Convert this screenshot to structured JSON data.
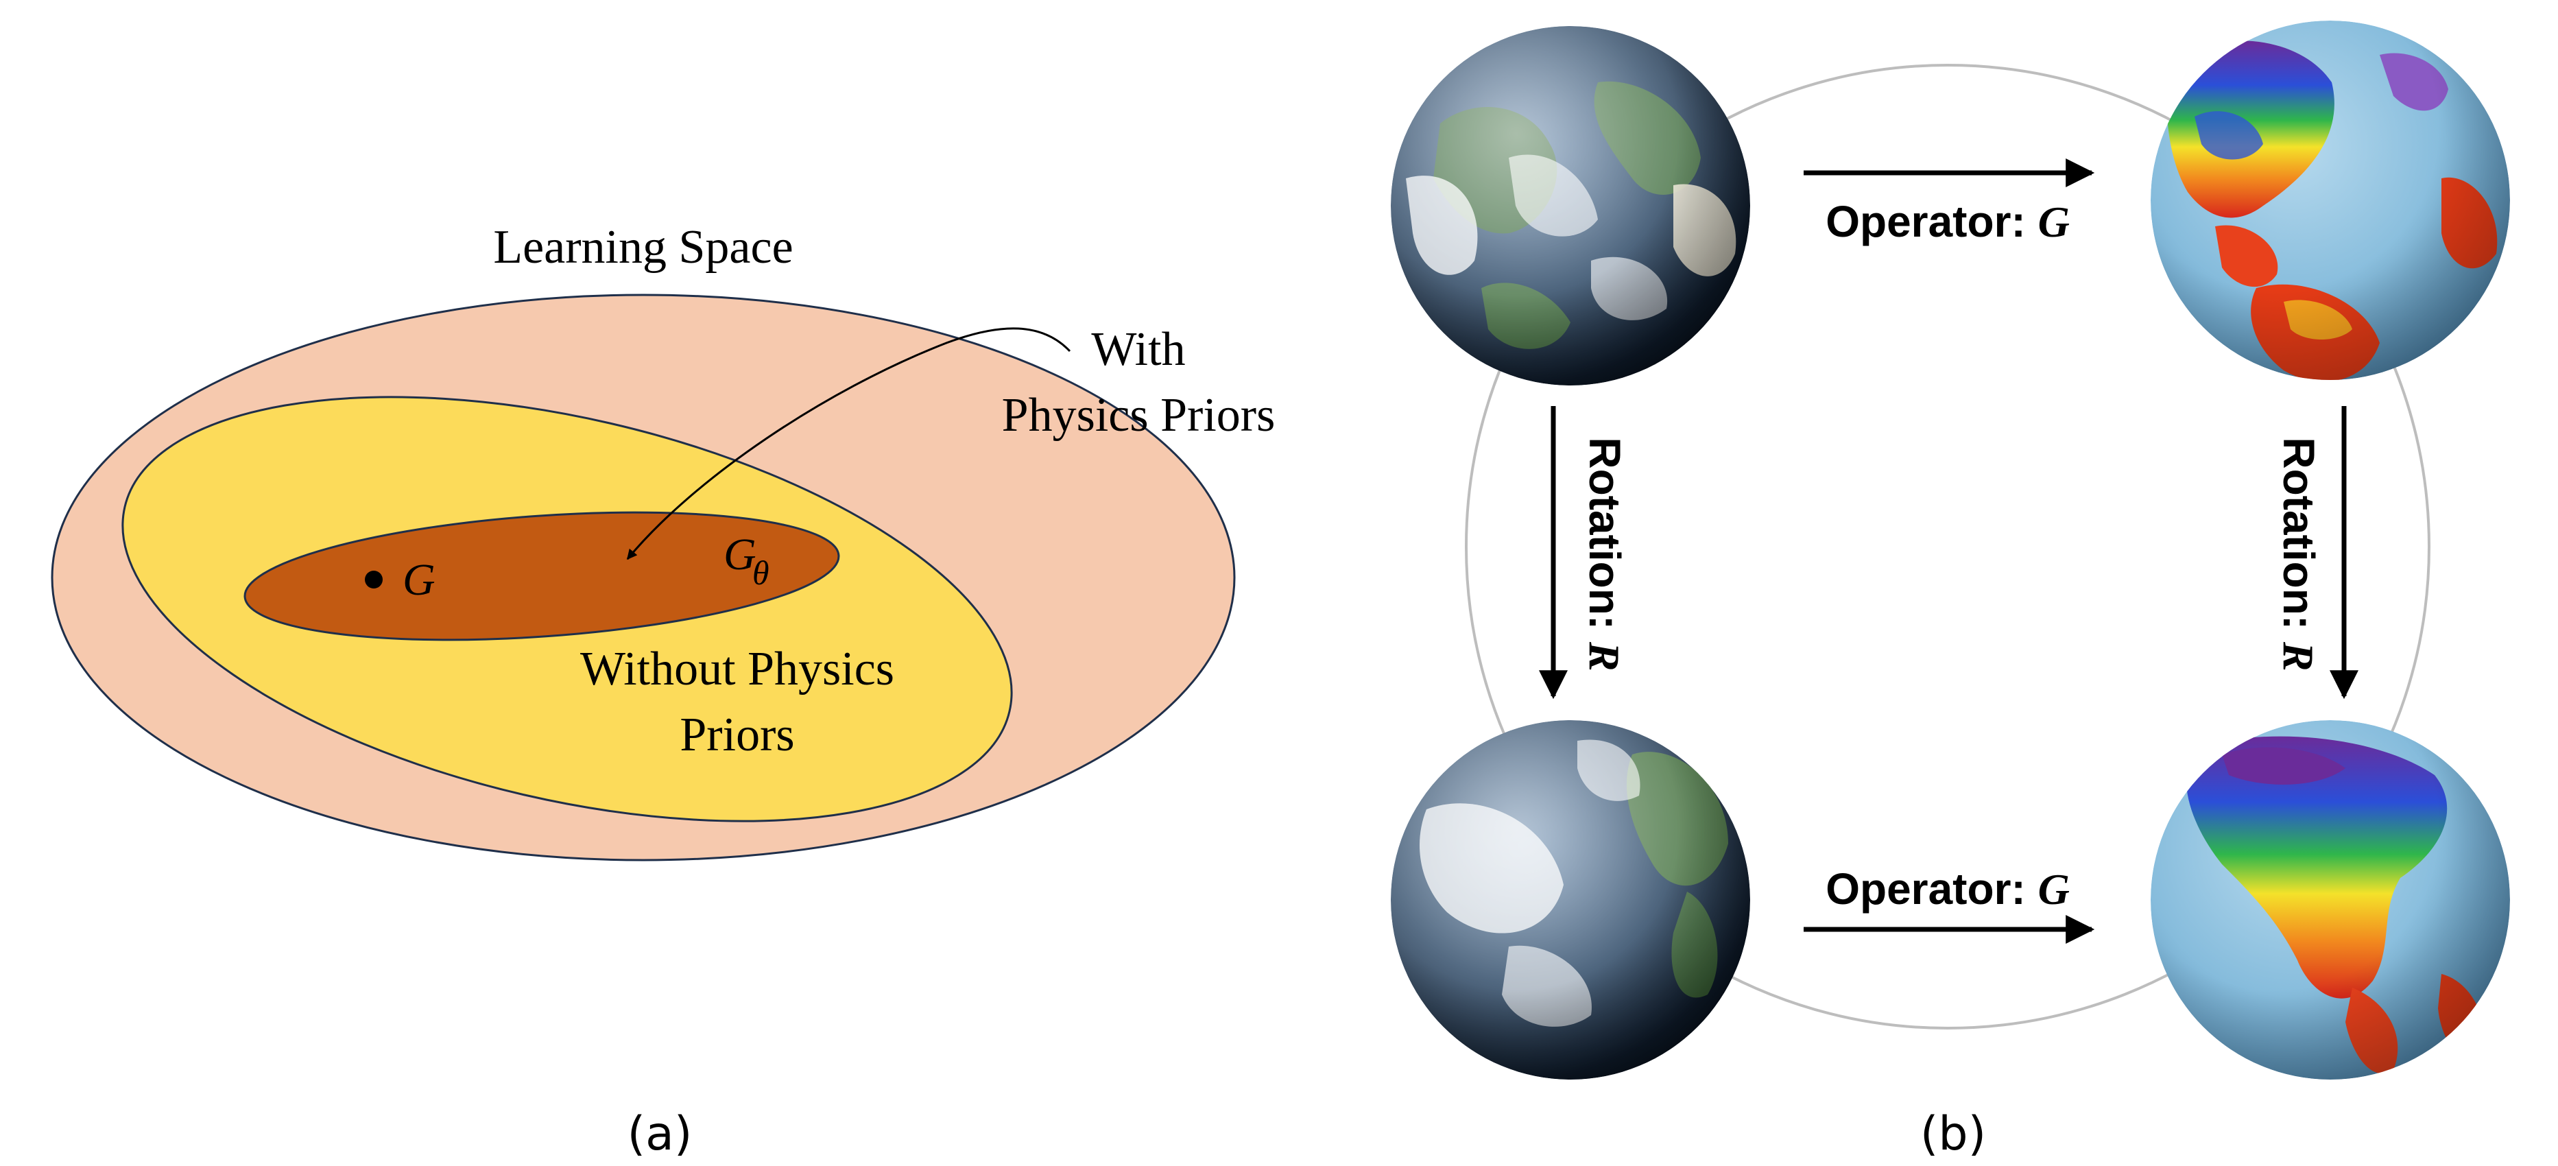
{
  "panel_a": {
    "caption": "(a)",
    "learning_space_label": "Learning Space",
    "with_priors_label_line1": "With",
    "with_priors_label_line2": "Physics Priors",
    "without_priors_label_line1": "Without Physics",
    "without_priors_label_line2": "Priors",
    "target_operator_symbol": "G",
    "learned_operator_symbol": "G",
    "learned_operator_subscript": "θ"
  },
  "panel_b": {
    "caption": "(b)",
    "operator_top_label": "Operator: ",
    "operator_top_symbol": "G",
    "operator_bottom_label": "Operator: ",
    "operator_bottom_symbol": "G",
    "rotation_left_label": "Rotation: ",
    "rotation_left_symbol": "R",
    "rotation_right_label": "Rotation: ",
    "rotation_right_symbol": "R",
    "globe_top_left": "earth-cloud-globe",
    "globe_bottom_left": "earth-cloud-globe-rotated",
    "globe_top_right": "temperature-map-globe",
    "globe_bottom_right": "temperature-map-globe-rotated"
  },
  "colors": {
    "learning_space_fill": "#F6C9AE",
    "without_priors_fill": "#FCDB5A",
    "with_priors_fill": "#C25A12",
    "outline": "#1F2F4A",
    "ocean_light": "#8FC3E2",
    "ocean_dark": "#1E3550"
  }
}
